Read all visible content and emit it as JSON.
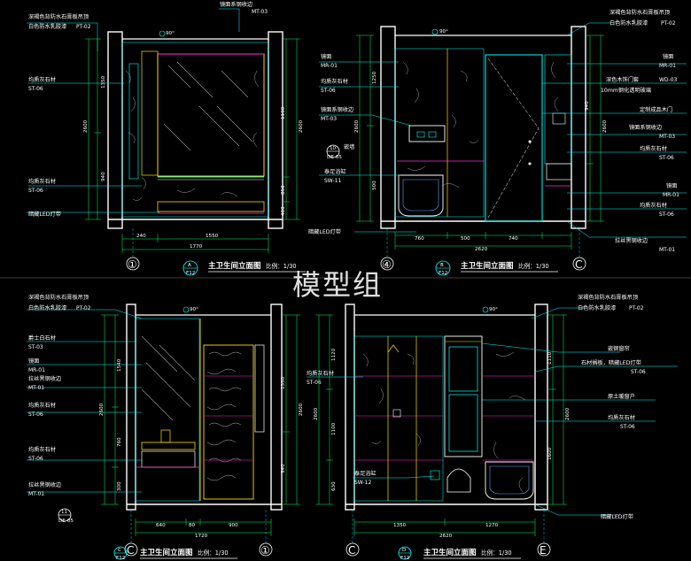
{
  "watermark": "模型组",
  "colors": {
    "background": "#000000",
    "wall": "#ffffff",
    "annotation": "#ffffff",
    "leader": "#00ffff",
    "dimension": "#00ff66",
    "glass": "#ffdd00",
    "accent": "#ff2bd6",
    "fixture": "#55aaff"
  },
  "views": {
    "tl": {
      "title": "主卫生间立面图",
      "scale": "比例：1/30",
      "grid_left": "①",
      "grid_right": "④",
      "bubble_num": "A",
      "bubble_sheet": "F12",
      "angle": "90°",
      "callouts": [
        {
          "name": "镜面系钢收边",
          "code": "MT-03"
        },
        {
          "name": "深褐色背防水石膏板吊顶",
          "code": ""
        },
        {
          "name": "白色防水乳胶漆",
          "code": "PT-02"
        },
        {
          "name": "均质灰石材",
          "code": "ST-06"
        },
        {
          "name": "均质灰石材",
          "code": "ST-06"
        },
        {
          "name": "暗藏LED灯带",
          "code": ""
        }
      ],
      "dims_bottom": [
        "240",
        "1550",
        "1770"
      ],
      "dims_left": [
        "1350",
        "2600",
        "940"
      ],
      "dims_right": [
        "1190",
        "2600",
        "850",
        "400"
      ]
    },
    "tr": {
      "title": "主卫生间立面图",
      "scale": "比例：1/30",
      "grid_left": "④",
      "grid_right": "C",
      "bubble_num": "B",
      "bubble_sheet": "F12",
      "angle": "90°",
      "section_num": "10",
      "section_sheet": "DE-05",
      "callouts_left": [
        {
          "name": "镜面",
          "code": "MR-01"
        },
        {
          "name": "均质灰石材",
          "code": "ST-06"
        },
        {
          "name": "镜面系钢收边",
          "code": "MT-03"
        },
        {
          "name": "嵌墙",
          "code": ""
        },
        {
          "name": "泰足浴缸",
          "code": "SW-11"
        },
        {
          "name": "暗藏LED灯带",
          "code": ""
        }
      ],
      "callouts_right": [
        {
          "name": "深褐色背防水石膏板吊顶",
          "code": ""
        },
        {
          "name": "白色防水乳胶漆",
          "code": "PT-02"
        },
        {
          "name": "镜面",
          "code": "MR-01"
        },
        {
          "name": "深色木饰门套",
          "code": "WD-03"
        },
        {
          "name": "10mm钢化透明玻璃",
          "code": ""
        },
        {
          "name": "定制成品木门",
          "code": ""
        },
        {
          "name": "镜面系钢收边",
          "code": "MT-03"
        },
        {
          "name": "均质灰石材",
          "code": "ST-06"
        },
        {
          "name": "镜面",
          "code": "MR-01"
        },
        {
          "name": "均质灰石材",
          "code": "ST-06"
        },
        {
          "name": "拉丝黑钢收边",
          "code": "MT-01"
        }
      ],
      "dims_bottom": [
        "760",
        "500",
        "740",
        "2620"
      ],
      "dims_left": [
        "1250",
        "2600",
        "500"
      ],
      "dims_right": [
        "940",
        "2600"
      ]
    },
    "bl": {
      "title": "主卫生间立面图",
      "scale": "比例：1/30",
      "grid_left": "C",
      "grid_right": "①",
      "bubble_num": "C",
      "bubble_sheet": "F12",
      "angle": "90°",
      "section_num": "11",
      "section_sheet": "DE-05",
      "callouts": [
        {
          "name": "深褐色背防水石膏板吊顶",
          "code": ""
        },
        {
          "name": "白色防水乳胶漆",
          "code": "PT-02"
        },
        {
          "name": "爵士白石材",
          "code": "ST-03"
        },
        {
          "name": "镜面",
          "code": "MR-01"
        },
        {
          "name": "拉丝黑钢收边",
          "code": "MT-01"
        },
        {
          "name": "均质灰石材",
          "code": "ST-06"
        },
        {
          "name": "均质灰石材",
          "code": "ST-06"
        },
        {
          "name": "拉丝黑钢收边",
          "code": "MT-01"
        }
      ],
      "dims_bottom": [
        "640",
        "80",
        "900",
        "1720"
      ],
      "dims_left": [
        "1540",
        "2600",
        "760",
        "300"
      ],
      "dims_right": [
        "1350",
        "2600",
        "940"
      ]
    },
    "br": {
      "title": "主卫生间立面图",
      "scale": "比例：1/30",
      "grid_left": "C",
      "grid_right": "E",
      "bubble_num": "D",
      "bubble_sheet": "F12",
      "angle": "90°",
      "callouts_left": [
        {
          "name": "均质灰石材",
          "code": "ST-06"
        },
        {
          "name": "泰足浴缸",
          "code": "SW-12"
        }
      ],
      "callouts_right": [
        {
          "name": "深褐色背防水石膏板吊顶",
          "code": ""
        },
        {
          "name": "白色防水乳胶漆",
          "code": "PT-02"
        },
        {
          "name": "嵌钢窗帘",
          "code": ""
        },
        {
          "name": "石材搁板，暗藏LED灯带",
          "code": "ST-06"
        },
        {
          "name": "原土暖窗户",
          "code": ""
        },
        {
          "name": "均质灰石材",
          "code": "ST-06"
        },
        {
          "name": "暗藏LED灯带",
          "code": ""
        }
      ],
      "dims_bottom": [
        "1350",
        "1270",
        "2620"
      ],
      "dims_left": [
        "1120",
        "2600",
        "1100",
        "630"
      ],
      "dims_right": [
        "1110",
        "2600",
        "1600"
      ]
    }
  }
}
